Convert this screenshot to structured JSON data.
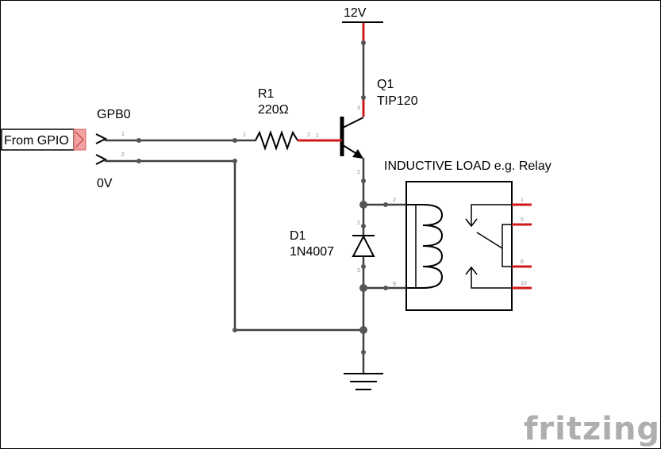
{
  "labels": {
    "supply": "12V",
    "transistor_ref": "Q1",
    "transistor_part": "TIP120",
    "resistor_ref": "R1",
    "resistor_value": "220Ω",
    "connector_name": "GPB0",
    "ground_label": "0V",
    "diode_ref": "D1",
    "diode_part": "1N4007",
    "load_label": "INDUCTIVE LOAD e.g. Relay",
    "input_label": "From GPIO",
    "logo": "fritzing"
  },
  "pins": {
    "conn_1": "1",
    "conn_2": "2",
    "r1_1": "1",
    "r1_2": "2",
    "q1_base": "1",
    "q1_collector": "3",
    "q1_emitter": "2",
    "d1_top": "2",
    "d1_bottom": "3",
    "relay_coil_a": "2",
    "relay_coil_b": "9",
    "relay_1": "1",
    "relay_5": "5",
    "relay_6": "6",
    "relay_10": "10"
  },
  "colors": {
    "wire": "#404040",
    "pin_highlight": "#d01818",
    "input_flag": "#f08080",
    "logo": "#aeaeae"
  }
}
